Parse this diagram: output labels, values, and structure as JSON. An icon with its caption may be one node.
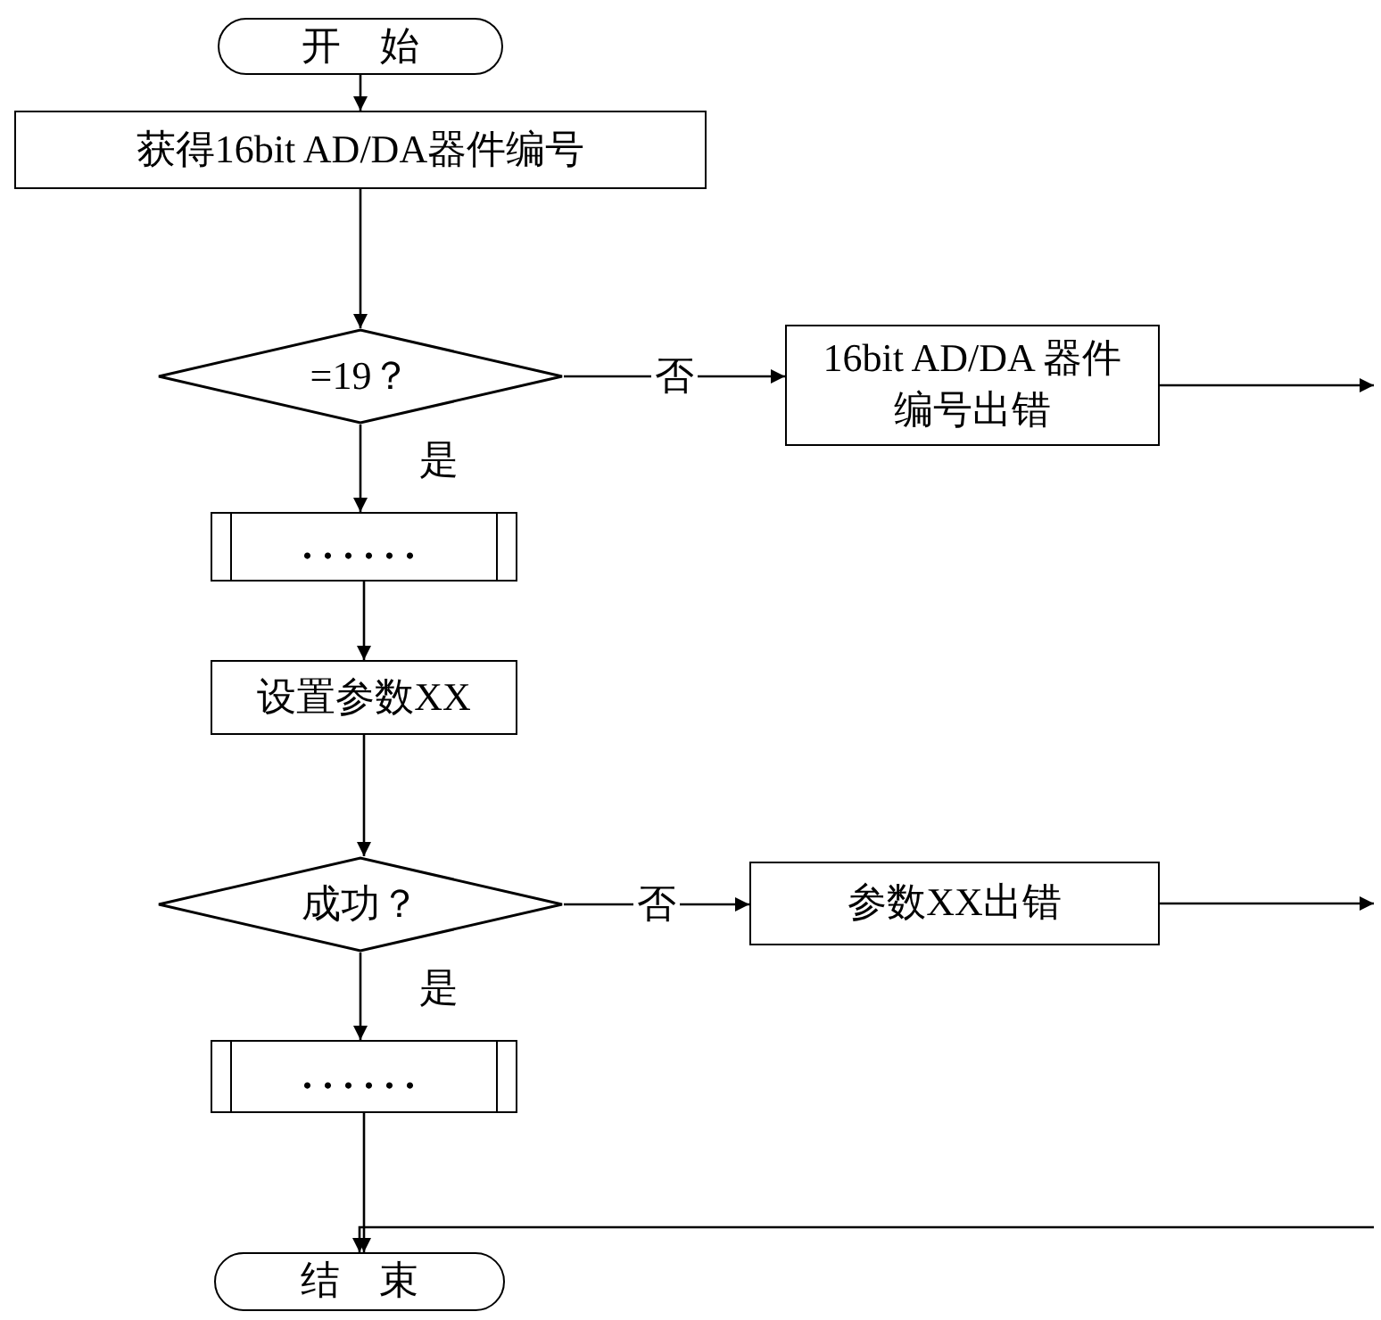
{
  "diagram": {
    "nodes": [
      {
        "text": [
          "开始"
        ]
      },
      {
        "text": [
          "获得16bit AD/DA器件编号"
        ]
      },
      {
        "text": [
          "=19？"
        ]
      },
      {
        "text": [
          "16bit AD/DA 器件编号出错"
        ]
      },
      {
        "text": [
          "......"
        ]
      },
      {
        "text": [
          "设置参数XX"
        ]
      },
      {
        "text": [
          "成功？"
        ]
      },
      {
        "text": [
          "参数XX出错"
        ]
      },
      {
        "text": [
          "......"
        ]
      },
      {
        "text": [
          "结束"
        ]
      }
    ],
    "edges": [
      {
        "from": 0,
        "to": 1,
        "arrow": "to"
      },
      {
        "from": 1,
        "to": 2,
        "arrow": "to"
      },
      {
        "from": 2,
        "to": 3,
        "arrow": "to",
        "label": "否"
      },
      {
        "from": 2,
        "to": 4,
        "arrow": "to",
        "label": "是"
      },
      {
        "from": 4,
        "to": 5,
        "arrow": "to"
      },
      {
        "from": 5,
        "to": 6,
        "arrow": "to"
      },
      {
        "from": 6,
        "to": 7,
        "arrow": "to",
        "label": "否"
      },
      {
        "from": 6,
        "to": 8,
        "arrow": "to",
        "label": "是"
      },
      {
        "from": 8,
        "to": 9,
        "arrow": "to"
      },
      {
        "from": 3,
        "to": null,
        "arrow": "to"
      },
      {
        "from": 7,
        "to": null,
        "arrow": "to"
      },
      {
        "from": null,
        "to": 9,
        "arrow": "to"
      }
    ]
  }
}
